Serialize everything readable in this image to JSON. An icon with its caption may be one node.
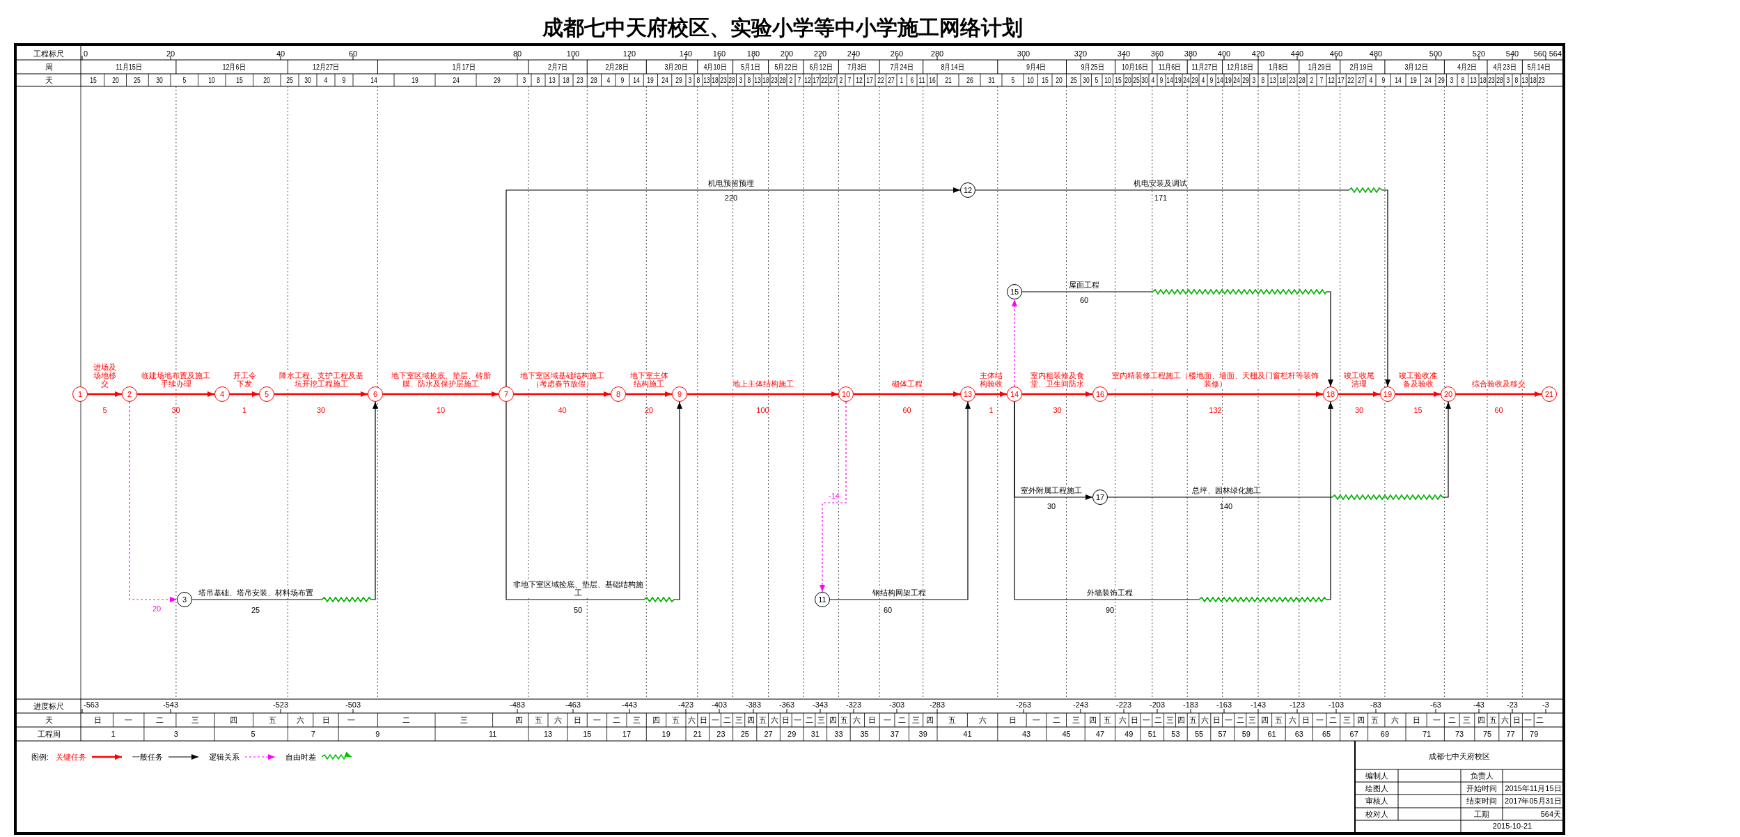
{
  "diagram": {
    "title": "成都七中天府校区、实验小学等中小学施工网络计划",
    "nodes": [
      {
        "text": [
          "1"
        ]
      },
      {
        "text": [
          "2"
        ]
      },
      {
        "text": [
          "3"
        ]
      },
      {
        "text": [
          "4"
        ]
      },
      {
        "text": [
          "5"
        ]
      },
      {
        "text": [
          "6"
        ]
      },
      {
        "text": [
          "7"
        ]
      },
      {
        "text": [
          "8"
        ]
      },
      {
        "text": [
          "9"
        ]
      },
      {
        "text": [
          "10"
        ]
      },
      {
        "text": [
          "11"
        ]
      },
      {
        "text": [
          "12"
        ]
      },
      {
        "text": [
          "13"
        ]
      },
      {
        "text": [
          "14"
        ]
      },
      {
        "text": [
          "15"
        ]
      },
      {
        "text": [
          "16"
        ]
      },
      {
        "text": [
          "17"
        ]
      },
      {
        "text": [
          "18"
        ]
      },
      {
        "text": [
          "19"
        ]
      },
      {
        "text": [
          "20"
        ]
      },
      {
        "text": [
          "21"
        ]
      }
    ],
    "edges": [
      {
        "from": 0,
        "to": 1,
        "arrow": "to",
        "label": "进场及场地移交"
      },
      {
        "from": 1,
        "to": 3,
        "arrow": "to",
        "label": "临建场地布置及施工手续办理"
      },
      {
        "from": 3,
        "to": 4,
        "arrow": "to",
        "label": "开工令下发"
      },
      {
        "from": 4,
        "to": 5,
        "arrow": "to",
        "label": "降水工程、支护工程及基坑开挖工程施工"
      },
      {
        "from": 5,
        "to": 6,
        "arrow": "to",
        "label": "地下室区域捡底、垫层、砖胎膜、防水及保护层施工"
      },
      {
        "from": 6,
        "to": 7,
        "arrow": "to",
        "label": "地下室区域基础结构施工（考虑春节放假）"
      },
      {
        "from": 7,
        "to": 8,
        "arrow": "to",
        "label": "地下室主体结构施工"
      },
      {
        "from": 8,
        "to": 9,
        "arrow": "to",
        "label": "地上主体结构施工"
      },
      {
        "from": 9,
        "to": 12,
        "arrow": "to",
        "label": "砌体工程"
      },
      {
        "from": 12,
        "to": 13,
        "arrow": "to",
        "label": "主体结构验收"
      },
      {
        "from": 13,
        "to": 15,
        "arrow": "to",
        "label": "室内粗装修及食堂、卫生间防水"
      },
      {
        "from": 15,
        "to": 17,
        "arrow": "to",
        "label": "室内精装修工程施工（楼地面、墙面、天棚及门窗栏杆等装饰装修）"
      },
      {
        "from": 17,
        "to": 18,
        "arrow": "to",
        "label": "竣工收尾清理"
      },
      {
        "from": 18,
        "to": 19,
        "arrow": "to",
        "label": "竣工验收准备及验收"
      },
      {
        "from": 19,
        "to": 20,
        "arrow": "to",
        "label": "综合验收及移交"
      },
      {
        "from": 1,
        "to": 2,
        "arrow": "to",
        "label": "20",
        "style": "dashed",
        "color": "#ff00ff"
      },
      {
        "from": 2,
        "to": 5,
        "arrow": "to",
        "label": "塔吊基础、塔吊安装、材料场布置",
        "color": "#000000"
      },
      {
        "from": 6,
        "to": 8,
        "arrow": "to",
        "label": "非地下室区域捡底、垫层、基础结构施工",
        "color": "#000000"
      },
      {
        "from": 6,
        "to": 11,
        "arrow": "to",
        "label": "机电预留预埋",
        "color": "#000000"
      },
      {
        "from": 9,
        "to": 10,
        "arrow": "to",
        "label": "-14",
        "style": "dashed",
        "color": "#ff00ff"
      },
      {
        "from": 10,
        "to": 12,
        "arrow": "to",
        "label": "钢结构网架工程",
        "color": "#000000"
      },
      {
        "from": 11,
        "to": 18,
        "arrow": "to",
        "label": "机电安装及调试",
        "color": "#000000"
      },
      {
        "from": 13,
        "to": 14,
        "arrow": "to",
        "style": "dashed",
        "color": "#ff00ff"
      },
      {
        "from": 14,
        "to": 17,
        "arrow": "to",
        "label": "屋面工程",
        "color": "#000000"
      },
      {
        "from": 13,
        "to": 16,
        "arrow": "to",
        "label": "室外附属工程施工",
        "color": "#000000"
      },
      {
        "from": 16,
        "to": 19,
        "arrow": "to",
        "label": "总坪、园林绿化施工",
        "color": "#000000"
      },
      {
        "from": 13,
        "to": 17,
        "arrow": "to",
        "label": "外墙装饰工程",
        "color": "#000000"
      }
    ],
    "labels": [
      "工程标尺",
      "0",
      "20",
      "40",
      "60",
      "80",
      "100",
      "120",
      "140",
      "160",
      "180",
      "200",
      "220",
      "240",
      "260",
      "280",
      "300",
      "320",
      "340",
      "360",
      "380",
      "400",
      "420",
      "440",
      "460",
      "480",
      "500",
      "520",
      "540",
      "560",
      "564",
      "周",
      "11月15日",
      "12月6日",
      "12月27日",
      "1月17日",
      "2月7日",
      "2月28日",
      "3月20日",
      "4月10日",
      "5月1日",
      "5月22日",
      "6月12日",
      "7月3日",
      "7月24日",
      "8月14日",
      "9月4日",
      "9月25日",
      "10月16日",
      "11月6日",
      "11月27日",
      "12月18日",
      "1月8日",
      "1月29日",
      "2月19日",
      "3月12日",
      "4月2日",
      "4月23日",
      "5月14日",
      "天",
      "15",
      "20",
      "25",
      "30",
      "5",
      "10",
      "15",
      "20",
      "25",
      "30",
      "4",
      "9",
      "14",
      "19",
      "24",
      "29",
      "3",
      "8",
      "13",
      "18",
      "23",
      "28",
      "4",
      "9",
      "14",
      "19",
      "24",
      "29",
      "3",
      "8",
      "13",
      "18",
      "23",
      "28",
      "3",
      "8",
      "13",
      "18",
      "23",
      "28",
      "2",
      "7",
      "12",
      "17",
      "22",
      "27",
      "2",
      "7",
      "12",
      "17",
      "22",
      "27",
      "1",
      "6",
      "11",
      "16",
      "21",
      "26",
      "31",
      "5",
      "10",
      "15",
      "20",
      "25",
      "30",
      "5",
      "10",
      "15",
      "20",
      "25",
      "30",
      "4",
      "9",
      "14",
      "19",
      "24",
      "29",
      "4",
      "9",
      "14",
      "19",
      "24",
      "29",
      "3",
      "8",
      "13",
      "18",
      "23",
      "28",
      "2",
      "7",
      "12",
      "17",
      "22",
      "27",
      "4",
      "9",
      "14",
      "19",
      "24",
      "29",
      "3",
      "8",
      "13",
      "18",
      "23",
      "28",
      "3",
      "8",
      "13",
      "18",
      "23",
      "5",
      "30",
      "1",
      "30",
      "10",
      "40",
      "20",
      "100",
      "60",
      "1",
      "30",
      "132",
      "30",
      "15",
      "60",
      "25",
      "50",
      "220",
      "60",
      "171",
      "60",
      "30",
      "140",
      "90",
      "进度标尺",
      "-563",
      "-543",
      "-523",
      "-503",
      "-483",
      "-463",
      "-443",
      "-423",
      "-403",
      "-383",
      "-363",
      "-343",
      "-323",
      "-303",
      "-283",
      "-263",
      "-243",
      "-223",
      "-203",
      "-183",
      "-163",
      "-143",
      "-123",
      "-103",
      "-83",
      "-63",
      "-43",
      "-23",
      "-3",
      "天",
      "日",
      "一",
      "二",
      "三",
      "四",
      "五",
      "六",
      "日",
      "一",
      "二",
      "三",
      "四",
      "五",
      "六",
      "日",
      "一",
      "二",
      "三",
      "四",
      "五",
      "六",
      "日",
      "一",
      "二",
      "三",
      "四",
      "五",
      "六",
      "日",
      "一",
      "二",
      "三",
      "四",
      "五",
      "六",
      "日",
      "一",
      "二",
      "三",
      "四",
      "五",
      "六",
      "日",
      "一",
      "二",
      "三",
      "四",
      "五",
      "六",
      "日",
      "一",
      "二",
      "三",
      "四",
      "五",
      "六",
      "日",
      "一",
      "二",
      "三",
      "四",
      "五",
      "六",
      "日",
      "一",
      "二",
      "三",
      "四",
      "五",
      "六",
      "日",
      "一",
      "二",
      "三",
      "四",
      "五",
      "六",
      "日",
      "一",
      "二",
      "工程周",
      "1",
      "3",
      "5",
      "7",
      "9",
      "11",
      "13",
      "15",
      "17",
      "19",
      "21",
      "23",
      "25",
      "27",
      "29",
      "31",
      "33",
      "35",
      "37",
      "39",
      "41",
      "43",
      "45",
      "47",
      "49",
      "51",
      "53",
      "55",
      "57",
      "59",
      "61",
      "63",
      "65",
      "67",
      "69",
      "71",
      "73",
      "75",
      "77",
      "79",
      "图例:",
      "成都七中天府校区",
      "编制人",
      "负责人",
      "绘图人",
      "开始时间",
      "2015年11月15日",
      "审核人",
      "结束时间",
      "2017年05月31日",
      "校对人",
      "工期",
      "564天",
      "2015-10-21"
    ],
    "legend": [
      {
        "text": "关键任务"
      },
      {
        "text": "一般任务"
      },
      {
        "text": "逻辑关系"
      },
      {
        "text": "自由时差"
      }
    ]
  }
}
